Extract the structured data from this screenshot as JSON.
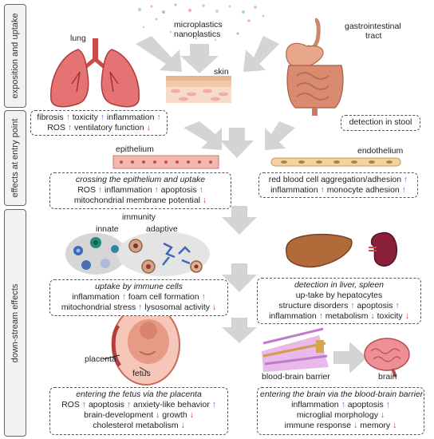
{
  "sidebar": {
    "section1": "exposition and uptake",
    "section2": "effects at entry point",
    "section3": "down-stream effects"
  },
  "labels": {
    "microplastics": "microplastics",
    "nanoplastics": "nanoplastics",
    "lung": "lung",
    "skin": "skin",
    "gi_line1": "gastrointestinal",
    "gi_line2": "tract",
    "epithelium": "epithelium",
    "endothelium": "endothelium",
    "immunity": "immunity",
    "innate": "innate",
    "adaptive": "adaptive",
    "placenta": "placenta",
    "fetus": "fetus",
    "bbb": "blood-brain barrier",
    "brain": "brain"
  },
  "boxes": {
    "lung": {
      "l1": [
        "fibrosis",
        "toxicity",
        "inflammation"
      ],
      "l2": [
        "ROS",
        "ventilatory function"
      ]
    },
    "stool": "detection in stool",
    "epithelium": {
      "title": "crossing the epithelium and uptake",
      "l2": [
        "ROS",
        "inflammation",
        "apoptosis"
      ],
      "l3": "mitochondrial membrane potential"
    },
    "endothelium": {
      "l1": "red blood cell aggregation/adhesion",
      "l2": [
        "inflammation",
        "monocyte adhesion"
      ]
    },
    "immune": {
      "title": "uptake by immune cells",
      "l2": [
        "inflammation",
        "foam cell formation"
      ],
      "l3": [
        "mitochondrial stress",
        "lysosomal activity"
      ]
    },
    "liver": {
      "title": "detection in liver, spleen",
      "l2": "up-take by hepatocytes",
      "l3": [
        "structure disorders",
        "apoptosis"
      ],
      "l4": [
        "inflammation",
        "metabolism",
        "toxicity"
      ]
    },
    "fetus": {
      "title": "entering the fetus via the placenta",
      "l2": [
        "ROS",
        "apoptosis",
        "anxiety-like behavior"
      ],
      "l3": [
        "brain-development",
        "growth"
      ],
      "l4": "cholesterol metabolism"
    },
    "brain": {
      "title": "entering the brain via the blood-brain barrier",
      "l2": [
        "inflammation",
        "apoptosis"
      ],
      "l3": "microglial morphology",
      "l4": [
        "immune response",
        "memory"
      ]
    }
  },
  "arrows": {
    "up": "↑",
    "down": "↓"
  },
  "colors": {
    "up": "#3d6fc0",
    "down": "#c0392b",
    "arrow_gray": "#cfcfcf"
  }
}
